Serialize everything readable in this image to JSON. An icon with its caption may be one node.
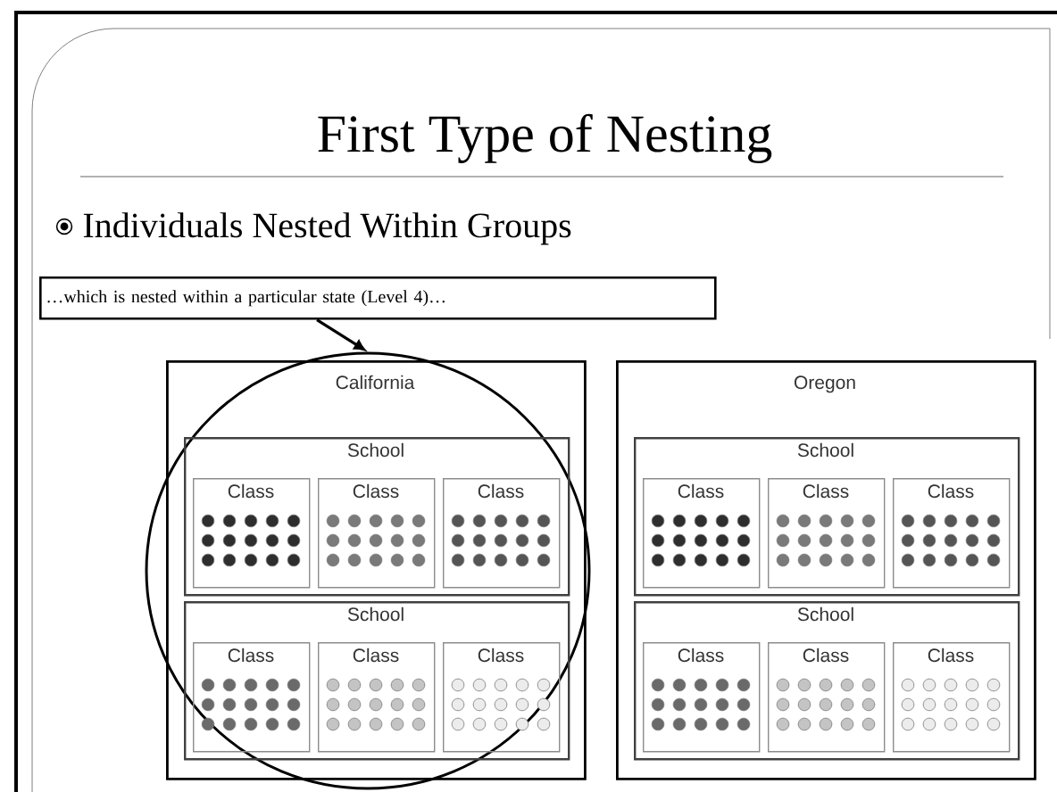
{
  "diagram": {
    "title": "First Type of Nesting",
    "nodes": [
      {
        "text": [
          "…which is nested within a particular state (Level 4)…"
        ]
      },
      {
        "text": [],
        "shape": "circle"
      },
      {
        "text": [
          "California"
        ]
      },
      {
        "text": [
          "School"
        ],
        "in": 2
      },
      {
        "text": [
          "Class"
        ],
        "in": 3
      },
      {
        "text": [
          "Class"
        ],
        "in": 3
      },
      {
        "text": [
          "Class"
        ],
        "in": 3
      },
      {
        "text": [
          "School"
        ],
        "in": 2
      },
      {
        "text": [
          "Class"
        ],
        "in": 7
      },
      {
        "text": [
          "Class"
        ],
        "in": 7
      },
      {
        "text": [
          "Class"
        ],
        "in": 7
      },
      {
        "text": [
          "Oregon"
        ]
      },
      {
        "text": [
          "School"
        ],
        "in": 11
      },
      {
        "text": [
          "Class"
        ],
        "in": 12
      },
      {
        "text": [
          "Class"
        ],
        "in": 12
      },
      {
        "text": [
          "Class"
        ],
        "in": 12
      },
      {
        "text": [
          "School"
        ],
        "in": 11
      },
      {
        "text": [
          "Class"
        ],
        "in": 16
      },
      {
        "text": [
          "Class"
        ],
        "in": 16
      },
      {
        "text": [
          "Class"
        ],
        "in": 16
      }
    ],
    "edges": [
      {
        "from": 0,
        "to": 1,
        "arrow": "to"
      }
    ],
    "labels": [
      "Individuals Nested Within Groups"
    ]
  }
}
